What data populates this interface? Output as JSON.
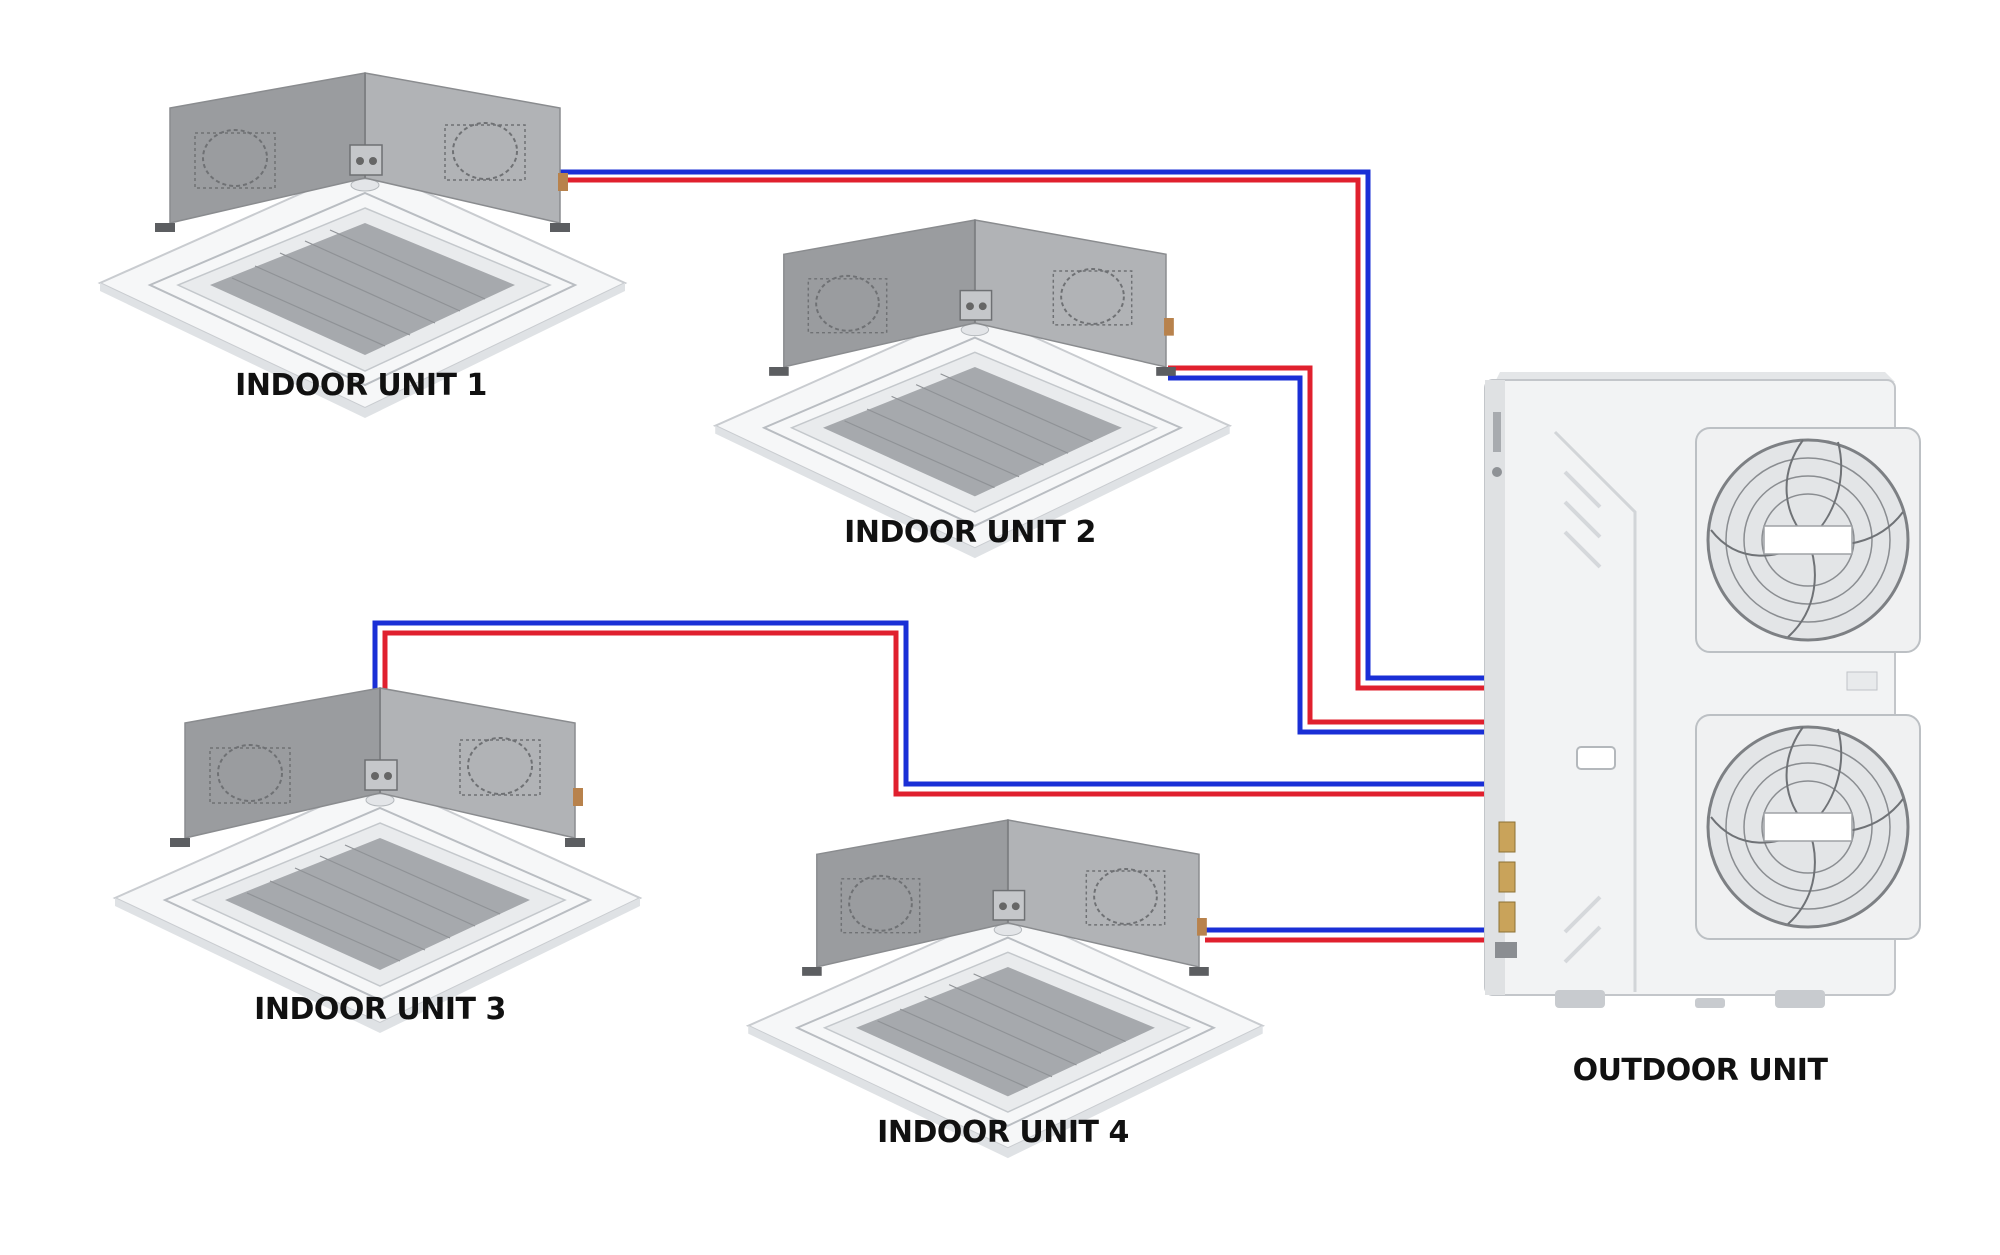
{
  "colors": {
    "supply_line": "#e0202e",
    "return_line": "#1a2fd6",
    "housing": "#9ea0a3",
    "panel": "#f4f5f6",
    "outdoor_body": "#f2f3f4"
  },
  "indoor_units": [
    {
      "id": "1",
      "label": "INDOOR UNIT 1",
      "icon": "ceiling-cassette-icon"
    },
    {
      "id": "2",
      "label": "INDOOR UNIT 2",
      "icon": "ceiling-cassette-icon"
    },
    {
      "id": "3",
      "label": "INDOOR UNIT 3",
      "icon": "ceiling-cassette-icon"
    },
    {
      "id": "4",
      "label": "INDOOR UNIT 4",
      "icon": "ceiling-cassette-icon"
    }
  ],
  "outdoor_unit": {
    "label": "OUTDOOR UNIT",
    "icon": "outdoor-condenser-icon",
    "fan_count": 2
  }
}
